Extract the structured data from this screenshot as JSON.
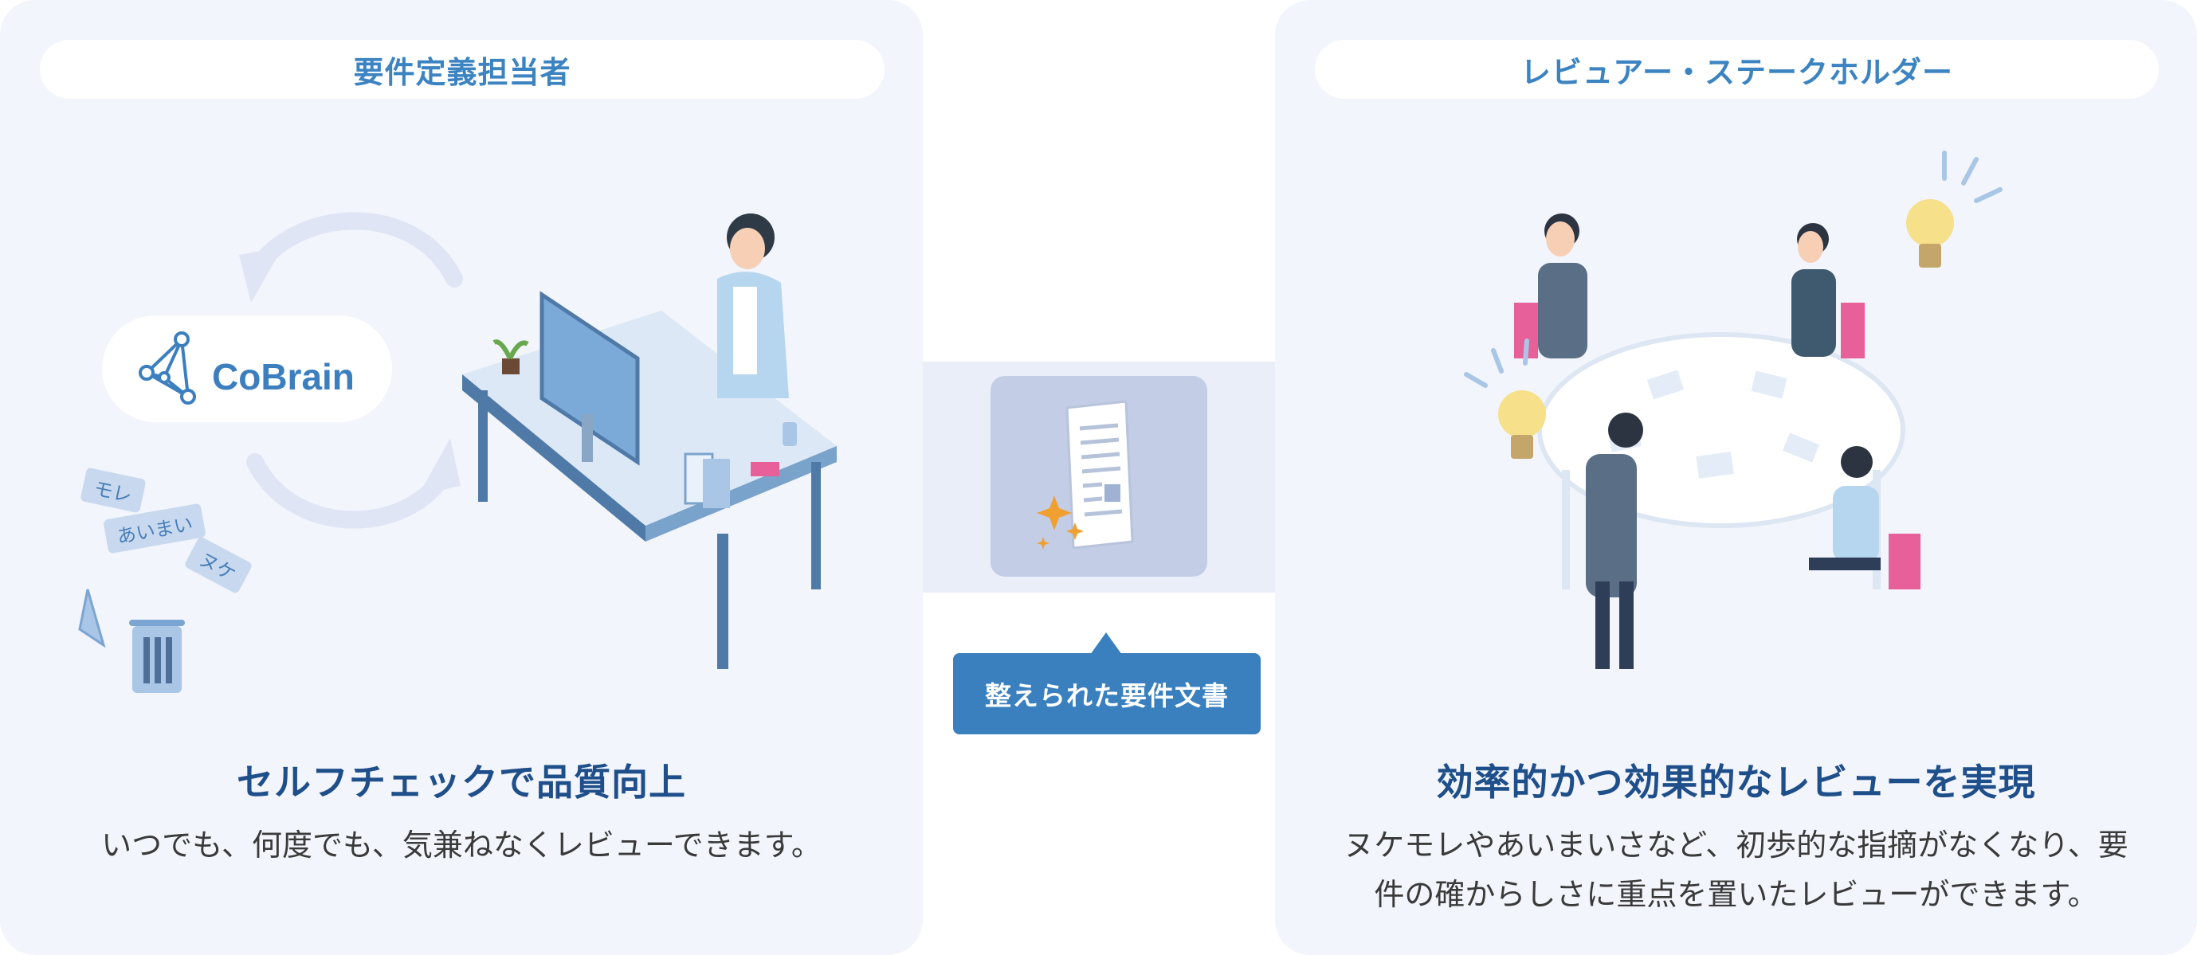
{
  "left_panel": {
    "role_label": "要件定義担当者",
    "logo_text": "CoBrain",
    "tags": [
      "モレ",
      "あいまい",
      "ヌケ"
    ],
    "heading": "セルフチェックで品質向上",
    "body": "いつでも、何度でも、気兼ねなくレビューできます。"
  },
  "center": {
    "doc_label": "整えられた要件文書"
  },
  "right_panel": {
    "role_label": "レビュアー・ステークホルダー",
    "heading": "効率的かつ効果的なレビューを実現",
    "body_line1": "ヌケモレやあいまいさなど、初歩的な指摘がなくなり、要",
    "body_line2": "件の確からしさに重点を置いたレビューができます。"
  },
  "colors": {
    "panel_bg": "#f2f5fb",
    "accent_blue": "#3c84c1",
    "heading_navy": "#1f4f8a",
    "label_bg": "#3a80bf",
    "spark_orange": "#f0a030",
    "chair_pink": "#e8609a",
    "bulb_yellow": "#f6e08a"
  },
  "icons": [
    "cycle-arrows-icon",
    "network-logo-icon",
    "monitor-icon",
    "trash-icon",
    "document-icon",
    "sparkle-icon",
    "lightbulb-icon"
  ]
}
